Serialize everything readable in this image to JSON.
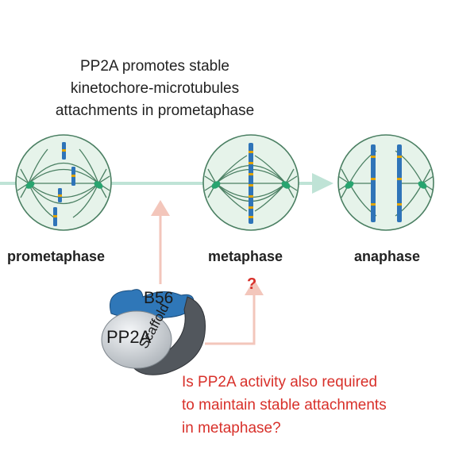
{
  "title": {
    "line1": "PP2A promotes stable",
    "line2": "kinetochore-microtubules",
    "line3": "attachments in prometaphase"
  },
  "phases": {
    "prometaphase": "prometaphase",
    "metaphase": "metaphase",
    "anaphase": "anaphase"
  },
  "complex": {
    "b56": "B56",
    "pp2a": "PP2A",
    "scaffold": "Scaffold"
  },
  "question": {
    "mark": "?",
    "line1": "Is PP2A activity also required",
    "line2": "to maintain stable attachments",
    "line3": "in metaphase?"
  },
  "colors": {
    "cell_fill": "#e6f3ea",
    "cell_stroke": "#4a7f62",
    "timeline": "#bfe3d6",
    "arrow_pink": "#f3c6bb",
    "question_red": "#d8302a",
    "b56_blue": "#2f77b8",
    "scaffold_gray": "#52575d",
    "pp2a_gray": "#c9ced3",
    "chromosome_blue": "#2f74b8"
  }
}
